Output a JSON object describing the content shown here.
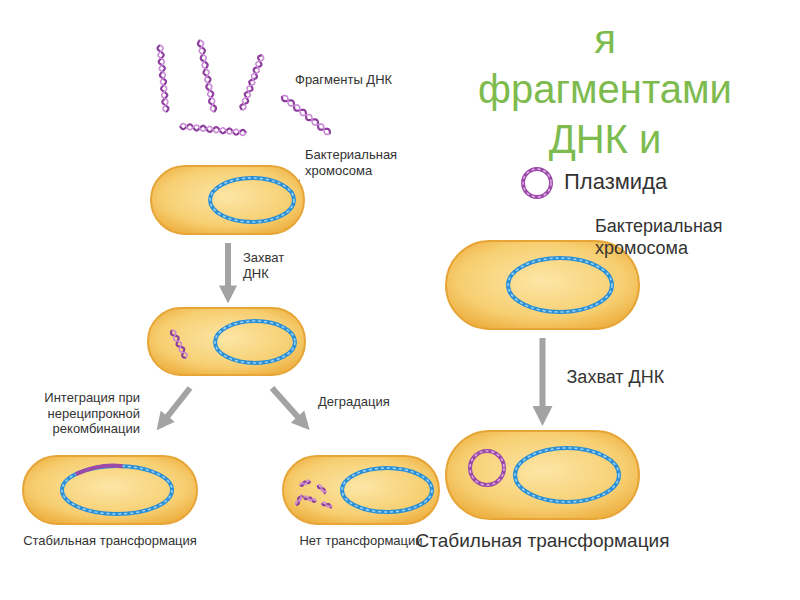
{
  "diagram": {
    "title": "я фрагментами ДНК и",
    "nodes": [
      {
        "text": [
          "Бактериальная хромосома"
        ]
      },
      {
        "text": [
          "Стабильная трансформация"
        ]
      },
      {
        "text": [
          "Нет трансформации"
        ]
      },
      {
        "text": [
          "Бактериальная хромосома"
        ]
      },
      {
        "text": [
          "Стабильная трансформация"
        ]
      }
    ],
    "edges": [
      {
        "from": 3,
        "to": 4,
        "arrow": "to",
        "label": "Захват ДНК"
      }
    ],
    "labels": [
      "Фрагменты ДНК",
      "Захват ДНК",
      "Интеграция при нереципрокной рекомбинации",
      "Деградация",
      "Плазмида"
    ]
  }
}
